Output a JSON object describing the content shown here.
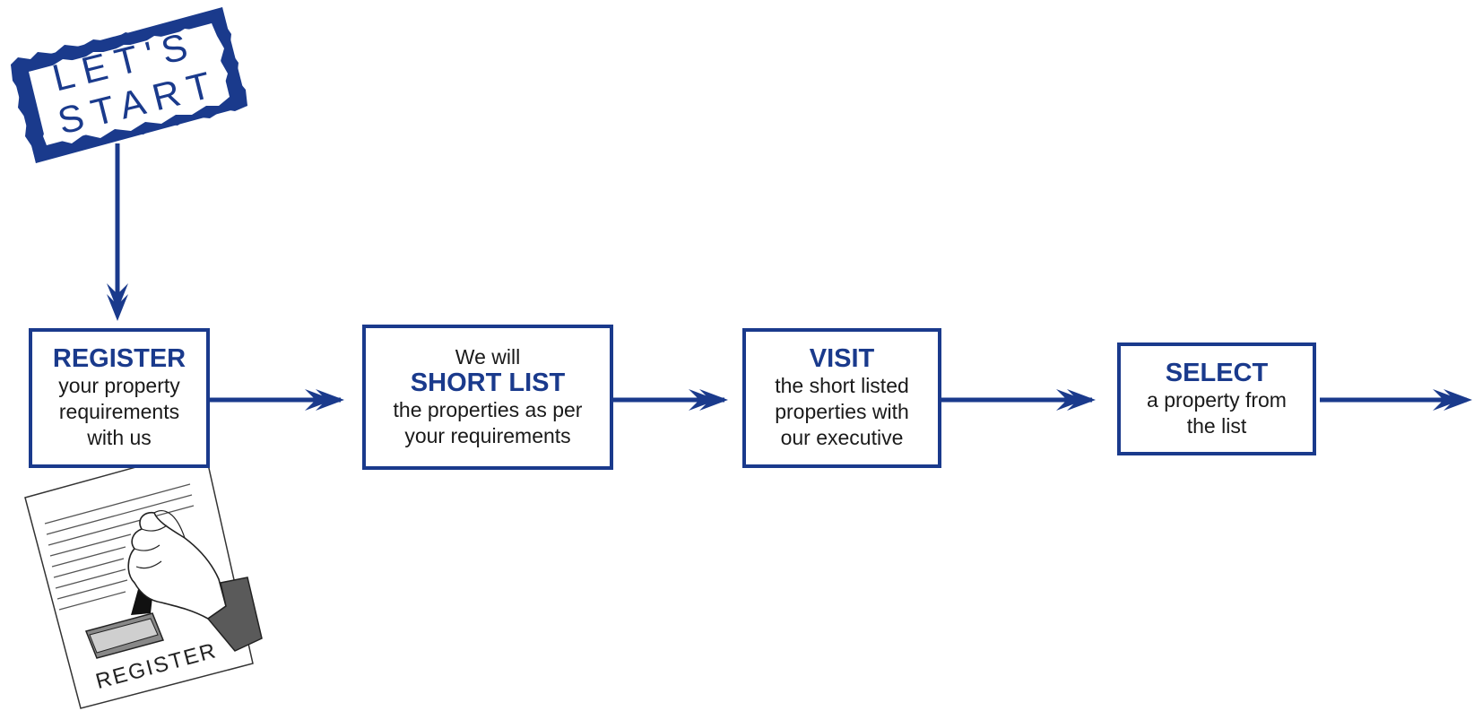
{
  "stamp": {
    "line1": "LET'S",
    "line2": "START"
  },
  "steps": [
    {
      "head": "REGISTER",
      "pre": "",
      "body": [
        "your property",
        "requirements",
        "with us"
      ]
    },
    {
      "head": "SHORT LIST",
      "pre": "We will",
      "body": [
        "the properties as per",
        "your requirements"
      ]
    },
    {
      "head": "VISIT",
      "pre": "",
      "body": [
        "the short listed",
        "properties with",
        "our executive"
      ]
    },
    {
      "head": "SELECT",
      "pre": "",
      "body": [
        "a property from",
        "the list"
      ]
    }
  ],
  "illustration": {
    "label": "REGISTER"
  },
  "colors": {
    "accent": "#1a3a8c",
    "ink": "#1a1a1a"
  }
}
